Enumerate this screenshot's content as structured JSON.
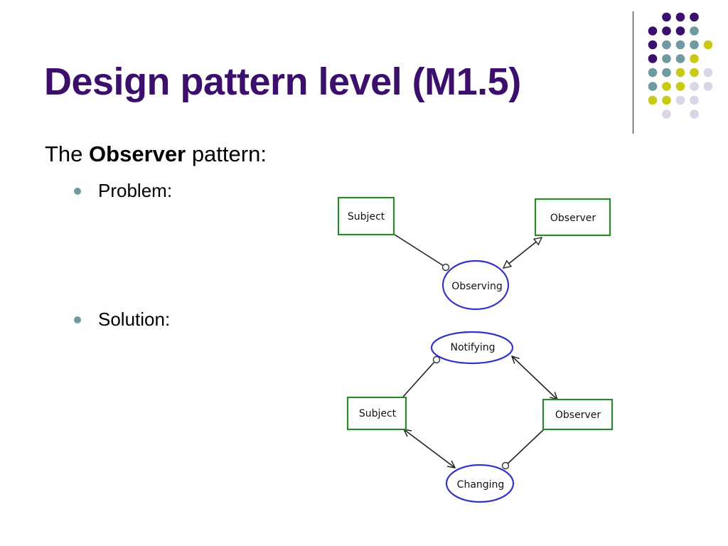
{
  "slide": {
    "title": "Design pattern level (M1.5)",
    "intro_prefix": "The",
    "intro_bold": "Observer",
    "intro_suffix": "pattern:",
    "bullets": [
      "Problem:",
      "Solution:"
    ]
  },
  "diagrams": {
    "problem": {
      "subject": "Subject",
      "observer": "Observer",
      "relation": "Observing"
    },
    "solution": {
      "notifying": "Notifying",
      "subject": "Subject",
      "observer": "Observer",
      "changing": "Changing"
    }
  },
  "colors": {
    "title": "#3b0f6b",
    "bullet": "#6e9aa0",
    "box_stroke": "#2a8a2a",
    "ellipse_stroke": "#3434c8",
    "dot_purple": "#3b0f6b",
    "dot_teal": "#6e9aa0",
    "dot_yellow": "#c9c918",
    "dot_lavender": "#d7d7e8"
  }
}
